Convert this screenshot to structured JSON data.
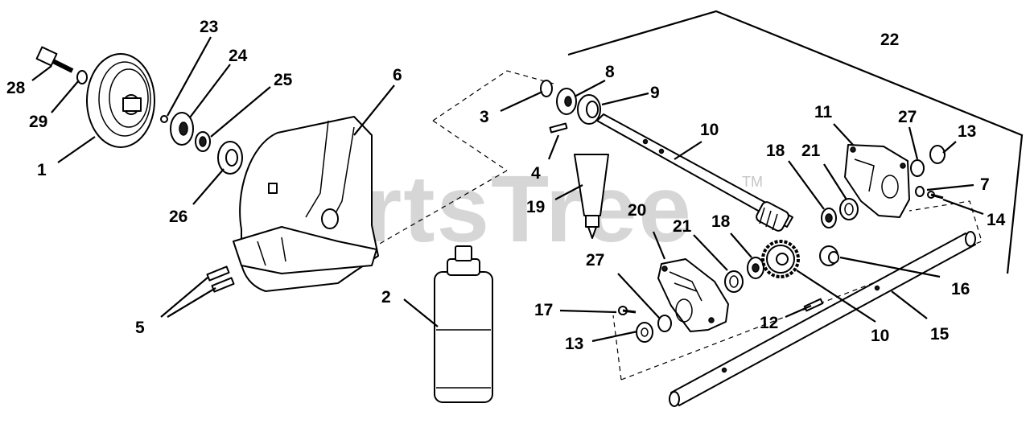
{
  "diagram": {
    "watermark": {
      "text": "PartsTree",
      "trademark": "TM"
    },
    "callouts": {
      "c1": "1",
      "c2": "2",
      "c3": "3",
      "c4": "4",
      "c5": "5",
      "c6": "6",
      "c7": "7",
      "c8": "8",
      "c9": "9",
      "c10a": "10",
      "c10b": "10",
      "c11": "11",
      "c12": "12",
      "c13a": "13",
      "c13b": "13",
      "c14": "14",
      "c15": "15",
      "c16": "16",
      "c17": "17",
      "c18a": "18",
      "c18b": "18",
      "c19": "19",
      "c20": "20",
      "c21a": "21",
      "c21b": "21",
      "c22": "22",
      "c23": "23",
      "c24": "24",
      "c25": "25",
      "c26": "26",
      "c27a": "27",
      "c27b": "27",
      "c28": "28",
      "c29": "29"
    }
  }
}
